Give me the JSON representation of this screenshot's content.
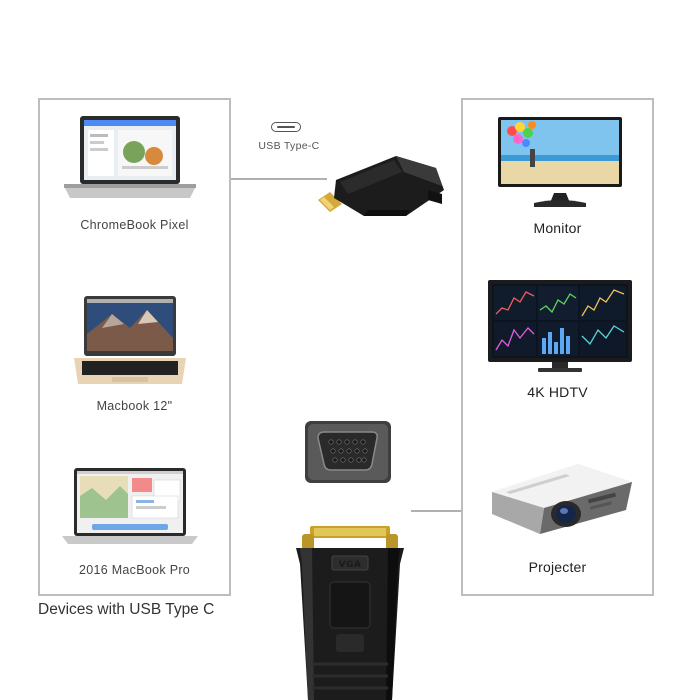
{
  "left_panel": {
    "devices": [
      {
        "label": "ChromeBook Pixel"
      },
      {
        "label": "Macbook 12\""
      },
      {
        "label": "2016 MacBook Pro"
      }
    ],
    "caption": "Devices with USB Type C"
  },
  "center": {
    "usb_label": "USB Type-C",
    "usb_icon": "usb-c-port-icon",
    "vga_plug_label": "VGA"
  },
  "right_panel": {
    "devices": [
      {
        "label": "Monitor"
      },
      {
        "label": "4K HDTV"
      },
      {
        "label": "Projecter"
      }
    ]
  },
  "colors": {
    "panel_border": "#bdbdbd",
    "connector_line": "#b0b0b0",
    "adapter_body": "#1c1c1c",
    "gold_contacts": "#c9a227"
  }
}
